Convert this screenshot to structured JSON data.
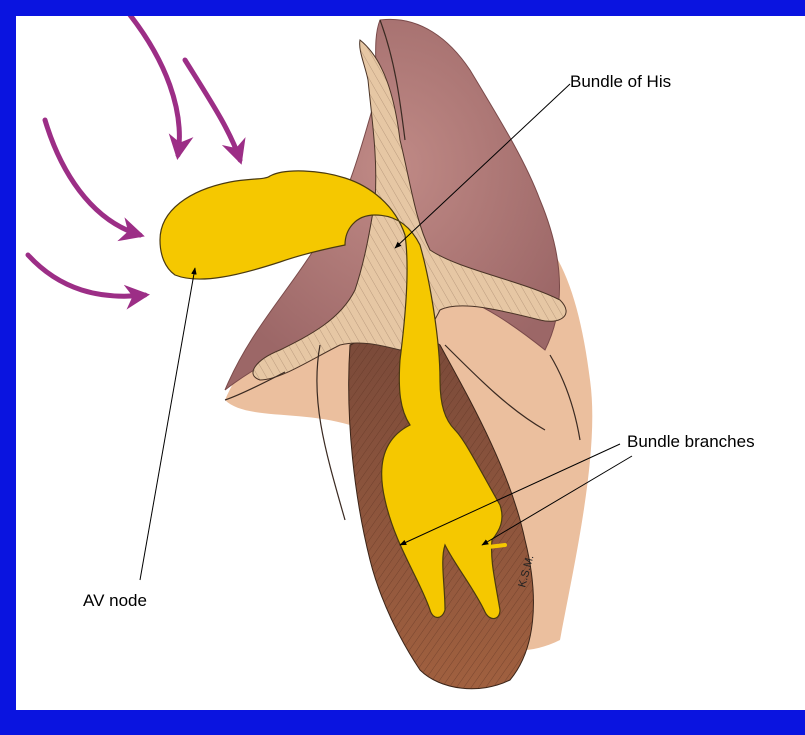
{
  "labels": {
    "bundle_of_his": "Bundle of His",
    "bundle_branches": "Bundle branches",
    "av_node": "AV node",
    "signature": "K.S.M."
  },
  "colors": {
    "frame": "#0a14e0",
    "background": "#ffffff",
    "conduction_tissue": "#f5c800",
    "muscle_mauve": "#a56f6f",
    "muscle_peach": "#e8b896",
    "septum_brown": "#8e4f33",
    "arrows": "#9c2e86"
  }
}
